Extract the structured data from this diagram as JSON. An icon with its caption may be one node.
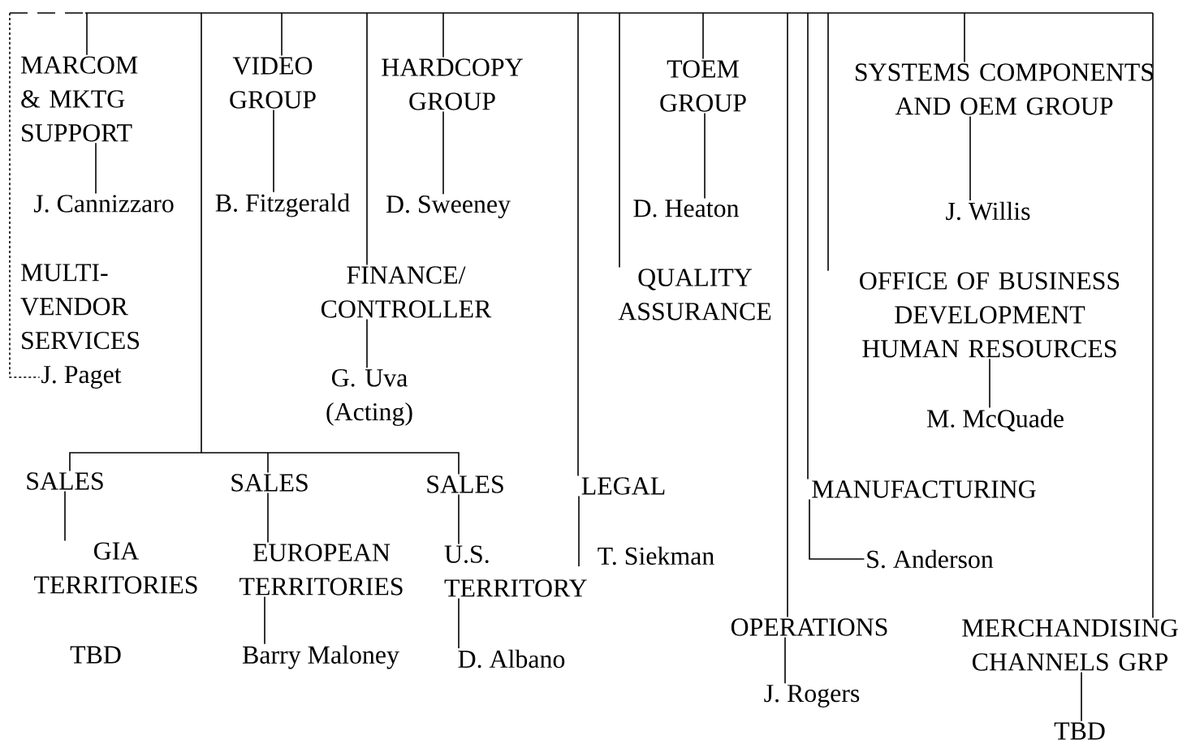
{
  "diagram": {
    "nodes": [
      {
        "text": [
          "MARCOM & MKTG SUPPORT"
        ]
      },
      {
        "text": [
          "J. Cannizzaro"
        ]
      },
      {
        "text": [
          "MULTI- VENDOR SERVICES"
        ]
      },
      {
        "text": [
          "J. Paget"
        ]
      },
      {
        "text": [
          "VIDEO GROUP"
        ]
      },
      {
        "text": [
          "B. Fitzgerald"
        ]
      },
      {
        "text": [
          "HARDCOPY GROUP"
        ]
      },
      {
        "text": [
          "D. Sweeney"
        ]
      },
      {
        "text": [
          "FINANCE/ CONTROLLER"
        ]
      },
      {
        "text": [
          "G. Uva (Acting)"
        ]
      },
      {
        "text": [
          "SALES"
        ]
      },
      {
        "text": [
          "GIA TERRITORIES"
        ]
      },
      {
        "text": [
          "TBD"
        ]
      },
      {
        "text": [
          "SALES"
        ]
      },
      {
        "text": [
          "EUROPEAN TERRITORIES"
        ]
      },
      {
        "text": [
          "Barry Maloney"
        ]
      },
      {
        "text": [
          "SALES"
        ]
      },
      {
        "text": [
          "U.S. TERRITORY"
        ]
      },
      {
        "text": [
          "D. Albano"
        ]
      },
      {
        "text": [
          "LEGAL"
        ]
      },
      {
        "text": [
          "T. Siekman"
        ]
      },
      {
        "text": [
          "TOEM GROUP"
        ]
      },
      {
        "text": [
          "D. Heaton"
        ]
      },
      {
        "text": [
          "QUALITY ASSURANCE"
        ]
      },
      {
        "text": [
          "MANUFACTURING"
        ]
      },
      {
        "text": [
          "S. Anderson"
        ]
      },
      {
        "text": [
          "OPERATIONS"
        ]
      },
      {
        "text": [
          "J. Rogers"
        ]
      },
      {
        "text": [
          "SYSTEMS COMPONENTS AND OEM GROUP"
        ]
      },
      {
        "text": [
          "J. Willis"
        ]
      },
      {
        "text": [
          "OFFICE OF BUSINESS DEVELOPMENT HUMAN RESOURCES"
        ]
      },
      {
        "text": [
          "M. McQuade"
        ]
      },
      {
        "text": [
          "MERCHANDISING CHANNELS GRP"
        ]
      },
      {
        "text": [
          "TBD"
        ]
      }
    ],
    "edges": [
      {
        "from": null,
        "to": 0,
        "arrow": "none"
      },
      {
        "from": 0,
        "to": 1,
        "arrow": "none"
      },
      {
        "from": null,
        "to": 3,
        "arrow": "none",
        "style": "dashed"
      },
      {
        "from": null,
        "to": 4,
        "arrow": "none"
      },
      {
        "from": 4,
        "to": 5,
        "arrow": "none"
      },
      {
        "from": null,
        "to": 6,
        "arrow": "none"
      },
      {
        "from": 6,
        "to": 7,
        "arrow": "none"
      },
      {
        "from": null,
        "to": 8,
        "arrow": "none"
      },
      {
        "from": 8,
        "to": 9,
        "arrow": "none"
      },
      {
        "from": null,
        "to": 10,
        "arrow": "none"
      },
      {
        "from": 10,
        "to": 11,
        "arrow": "none"
      },
      {
        "from": null,
        "to": 13,
        "arrow": "none"
      },
      {
        "from": 13,
        "to": 14,
        "arrow": "none"
      },
      {
        "from": 14,
        "to": 15,
        "arrow": "none"
      },
      {
        "from": null,
        "to": 16,
        "arrow": "none"
      },
      {
        "from": 16,
        "to": 17,
        "arrow": "none"
      },
      {
        "from": 17,
        "to": 18,
        "arrow": "none"
      },
      {
        "from": null,
        "to": 19,
        "arrow": "none"
      },
      {
        "from": 19,
        "to": 20,
        "arrow": "none"
      },
      {
        "from": null,
        "to": 21,
        "arrow": "none"
      },
      {
        "from": 21,
        "to": 22,
        "arrow": "none"
      },
      {
        "from": null,
        "to": 23,
        "arrow": "none"
      },
      {
        "from": null,
        "to": 24,
        "arrow": "none"
      },
      {
        "from": 24,
        "to": 25,
        "arrow": "none"
      },
      {
        "from": null,
        "to": 26,
        "arrow": "none"
      },
      {
        "from": 26,
        "to": 27,
        "arrow": "none"
      },
      {
        "from": null,
        "to": 28,
        "arrow": "none"
      },
      {
        "from": 28,
        "to": 29,
        "arrow": "none"
      },
      {
        "from": null,
        "to": 30,
        "arrow": "none"
      },
      {
        "from": 30,
        "to": 31,
        "arrow": "none"
      },
      {
        "from": null,
        "to": 32,
        "arrow": "none"
      },
      {
        "from": 32,
        "to": 33,
        "arrow": "none"
      }
    ]
  }
}
